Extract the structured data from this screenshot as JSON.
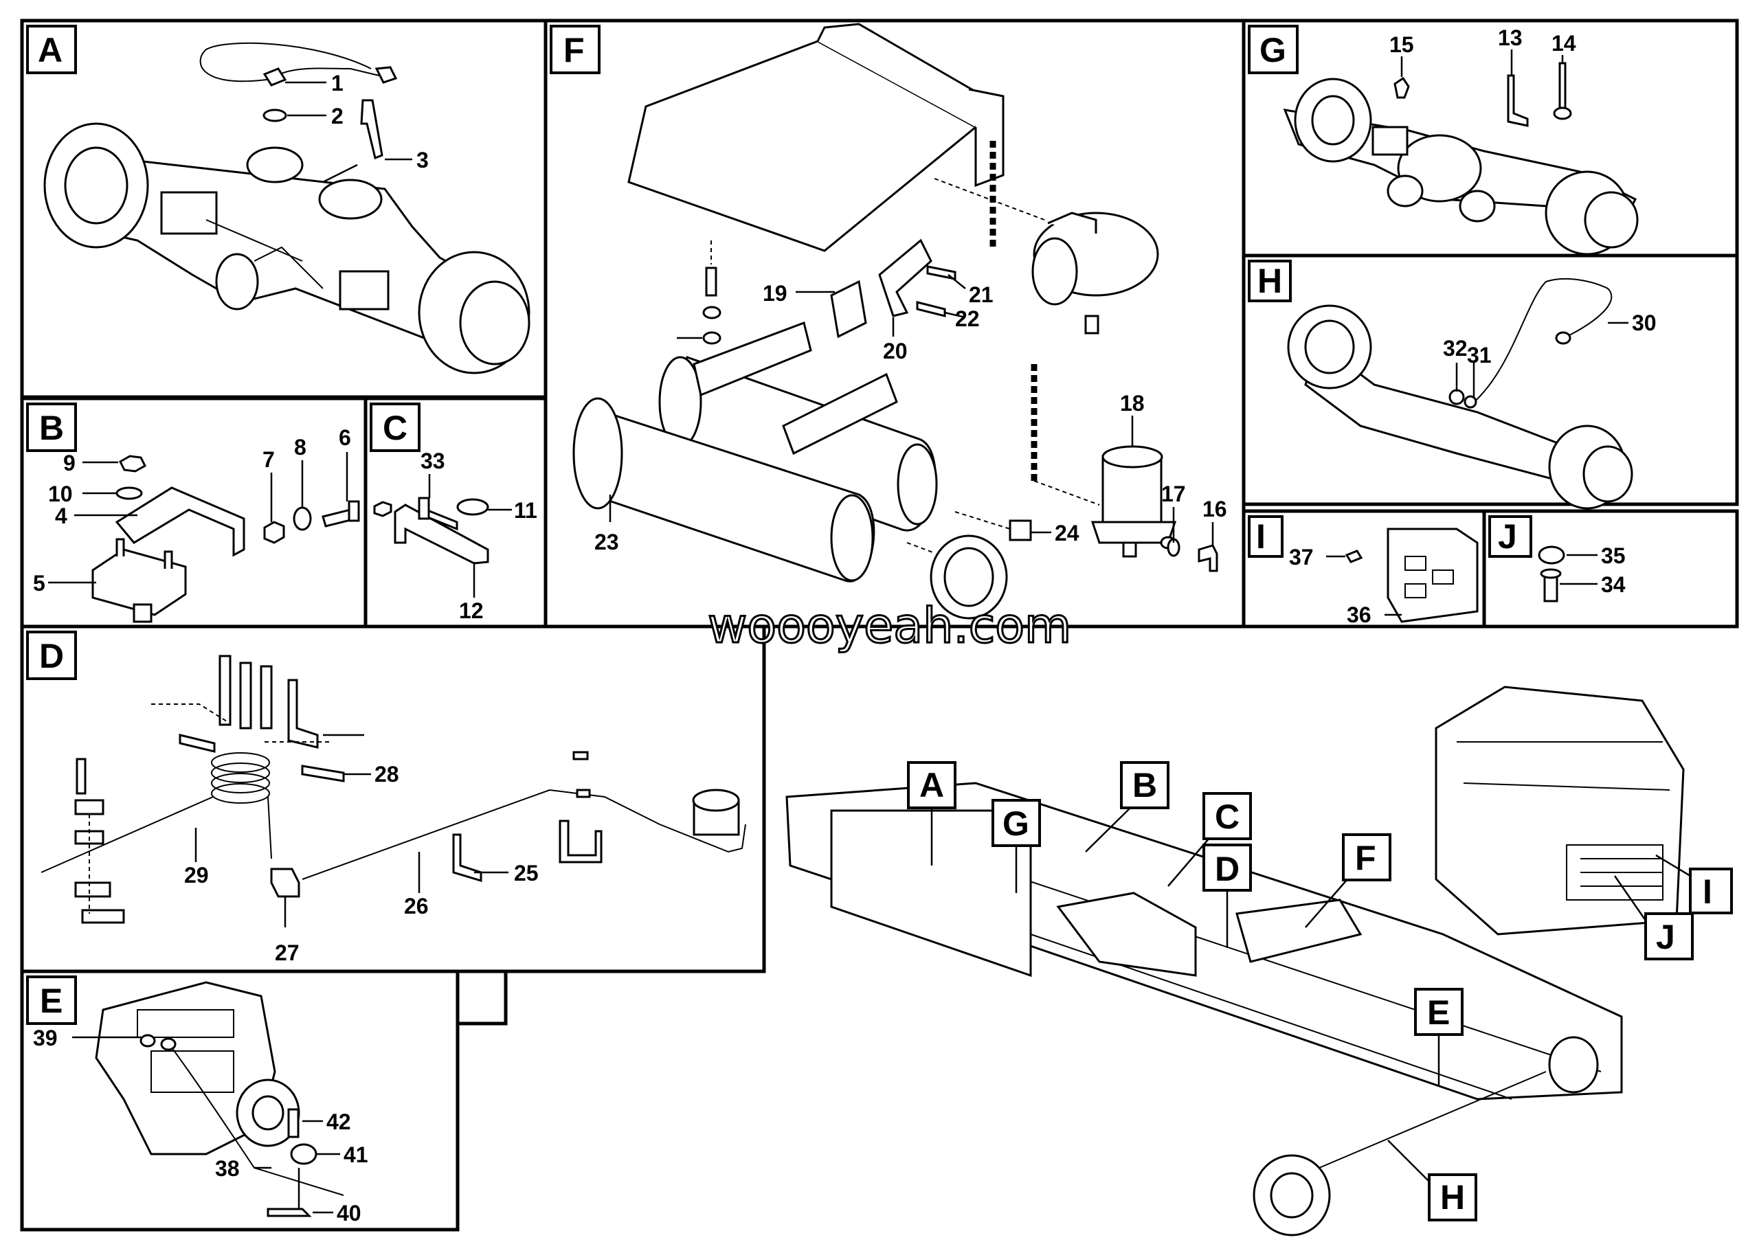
{
  "panels": {
    "A": {
      "label": "A",
      "parts": [
        "1",
        "2",
        "3"
      ]
    },
    "B": {
      "label": "B",
      "parts": [
        "9",
        "10",
        "4",
        "5",
        "7",
        "8",
        "6"
      ]
    },
    "C": {
      "label": "C",
      "parts": [
        "33",
        "11",
        "12"
      ]
    },
    "D": {
      "label": "D",
      "parts": [
        "28",
        "29",
        "26",
        "25",
        "27"
      ]
    },
    "E": {
      "label": "E",
      "parts": [
        "39",
        "42",
        "41",
        "38",
        "40"
      ]
    },
    "F": {
      "label": "F",
      "parts": [
        "19",
        "21",
        "22",
        "20",
        "18",
        "17",
        "16",
        "23",
        "24"
      ]
    },
    "G": {
      "label": "G",
      "parts": [
        "15",
        "13",
        "14"
      ]
    },
    "H": {
      "label": "H",
      "parts": [
        "30",
        "32",
        "31"
      ]
    },
    "I": {
      "label": "I",
      "parts": [
        "37",
        "36"
      ]
    },
    "J": {
      "label": "J",
      "parts": [
        "35",
        "34"
      ]
    }
  },
  "callouts": [
    "A",
    "B",
    "C",
    "D",
    "F",
    "G",
    "E",
    "H",
    "I",
    "J"
  ],
  "watermark": "woooyeah.com"
}
